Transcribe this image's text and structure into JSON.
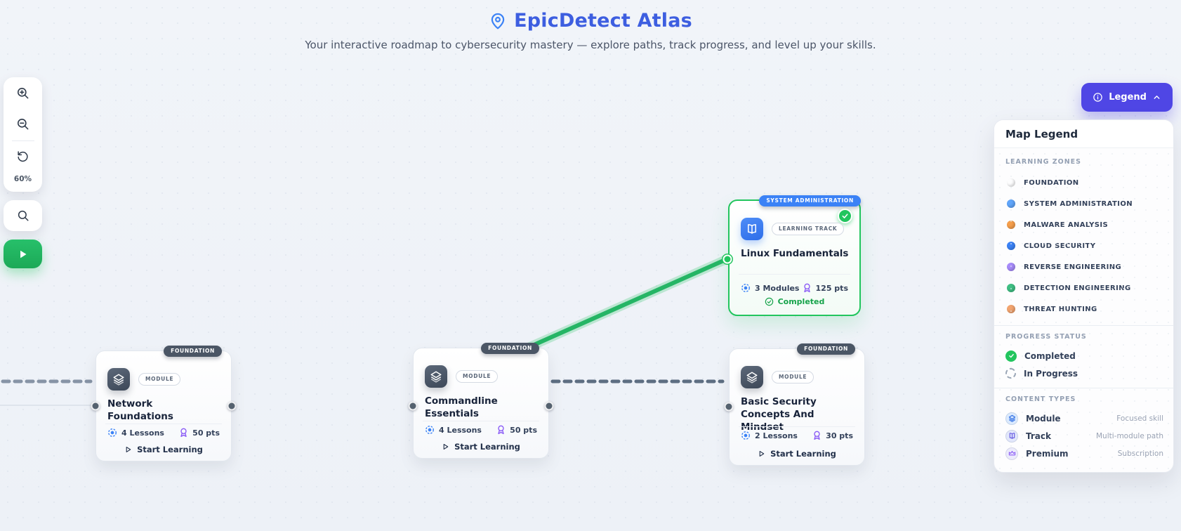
{
  "header": {
    "title": "EpicDetect Atlas",
    "subtitle": "Your interactive roadmap to cybersecurity mastery — explore paths, track progress, and level up your skills."
  },
  "toolbar": {
    "zoom_level": "60%"
  },
  "legend_button": {
    "label": "Legend"
  },
  "legend_panel": {
    "title": "Map Legend",
    "zones_section": "LEARNING ZONES",
    "zones": [
      {
        "label": "FOUNDATION",
        "color": "#8location494a7"
      },
      {
        "label": "SYSTEM ADMINISTRATION",
        "color": "#60a5fa"
      },
      {
        "label": "MALWARE ANALYSIS",
        "color": "#f59e4b"
      },
      {
        "label": "CLOUD SECURITY",
        "color": "#3b82f6"
      },
      {
        "label": "REVERSE ENGINEERING",
        "color": "#a78bfa"
      },
      {
        "label": "DETECTION ENGINEERING",
        "color": "#3fbf83"
      },
      {
        "label": "THREAT HUNTING",
        "color": "#f2a46f"
      }
    ],
    "progress_section": "PROGRESS STATUS",
    "progress": [
      {
        "label": "Completed",
        "color": "#22c55e"
      },
      {
        "label": "In Progress",
        "color": "#94a3b8"
      }
    ],
    "content_section": "CONTENT TYPES",
    "content_types": [
      {
        "label": "Module",
        "desc": "Focused skill",
        "color": "#2f6fe4",
        "bg": "#dbeafe"
      },
      {
        "label": "Track",
        "desc": "Multi-module path",
        "color": "#6053e0",
        "bg": "#e2e7fb"
      },
      {
        "label": "Premium",
        "desc": "Subscription",
        "color": "#8b5cf6",
        "bg": "#ecebfc"
      }
    ]
  },
  "nodes": [
    {
      "zone": "FOUNDATION",
      "zone_color": "#4b5665",
      "type": "MODULE",
      "title": "Network Foundations",
      "meta": "4 Lessons",
      "points": "50 pts",
      "action": "Start Learning"
    },
    {
      "zone": "FOUNDATION",
      "zone_color": "#4b5665",
      "type": "MODULE",
      "title": "Commandline Essentials",
      "meta": "4 Lessons",
      "points": "50 pts",
      "action": "Start Learning"
    },
    {
      "zone": "SYSTEM ADMINISTRATION",
      "zone_color": "#3b82f6",
      "type": "LEARNING TRACK",
      "title": "Linux Fundamentals",
      "meta": "3 Modules",
      "points": "125 pts",
      "status": "Completed"
    },
    {
      "zone": "FOUNDATION",
      "zone_color": "#4b5665",
      "type": "MODULE",
      "title": "Basic Security Concepts And Mindset",
      "meta": "2 Lessons",
      "points": "30 pts",
      "action": "Start Learning"
    }
  ]
}
